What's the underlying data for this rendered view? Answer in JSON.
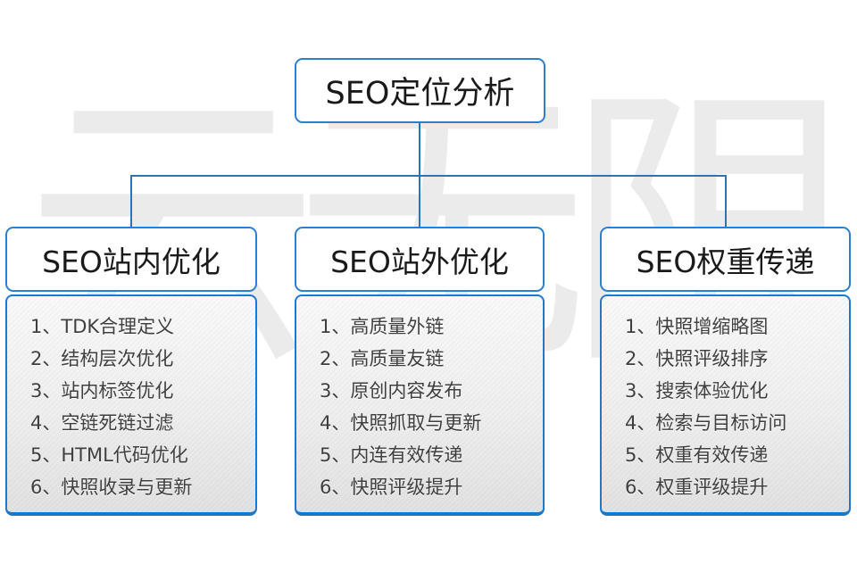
{
  "diagram": {
    "watermark": "云无限",
    "colors": {
      "node_border": "#2b7fd0",
      "connector": "#2e74b5",
      "panel_border": "#1f78cb",
      "panel_bottom_border": "#1878c8",
      "item_text": "#3f3f3f"
    },
    "root": {
      "label": "SEO定位分析"
    },
    "columns": [
      {
        "title": "SEO站内优化",
        "items": [
          "1、TDK合理定义",
          "2、结构层次优化",
          "3、站内标签优化",
          "4、空链死链过滤",
          "5、HTML代码优化",
          "6、快照收录与更新"
        ]
      },
      {
        "title": "SEO站外优化",
        "items": [
          "1、高质量外链",
          "2、高质量友链",
          "3、原创内容发布",
          "4、快照抓取与更新",
          "5、内连有效传递",
          "6、快照评级提升"
        ]
      },
      {
        "title": "SEO权重传递",
        "items": [
          "1、快照增缩略图",
          "2、快照评级排序",
          "3、搜索体验优化",
          "4、检索与目标访问",
          "5、权重有效传递",
          "6、权重评级提升"
        ]
      }
    ]
  }
}
